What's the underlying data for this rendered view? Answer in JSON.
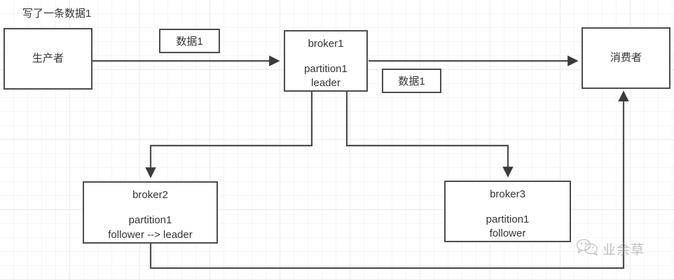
{
  "diagram": {
    "title_note": "写了一条数据1",
    "nodes": [
      {
        "id": "producer",
        "label": "生产者",
        "sub1": "",
        "sub2": ""
      },
      {
        "id": "broker1",
        "label": "broker1",
        "sub1": "partition1",
        "sub2": "leader"
      },
      {
        "id": "broker2",
        "label": "broker2",
        "sub1": "partition1",
        "sub2": "follower --> leader"
      },
      {
        "id": "broker3",
        "label": "broker3",
        "sub1": "partition1",
        "sub2": "follower"
      },
      {
        "id": "consumer",
        "label": "消费者",
        "sub1": "",
        "sub2": ""
      }
    ],
    "edge_labels": [
      {
        "id": "data-label-1",
        "text": "数据1"
      },
      {
        "id": "data-label-2",
        "text": "数据1"
      }
    ],
    "edges": [
      {
        "from": "producer",
        "to": "broker1",
        "label": "数据1"
      },
      {
        "from": "broker1",
        "to": "consumer",
        "label": "数据1"
      },
      {
        "from": "broker1",
        "to": "broker2",
        "label": ""
      },
      {
        "from": "broker1",
        "to": "broker3",
        "label": ""
      },
      {
        "from": "broker2",
        "to": "consumer",
        "label": ""
      }
    ],
    "colors": {
      "stroke": "#4d4d4d",
      "text": "#333333",
      "grid_minor": "#f6f5f5",
      "grid_major": "#eceaea",
      "background": "#ffffff"
    }
  },
  "watermark": {
    "icon": "wechat-icon",
    "text": "业余草"
  }
}
